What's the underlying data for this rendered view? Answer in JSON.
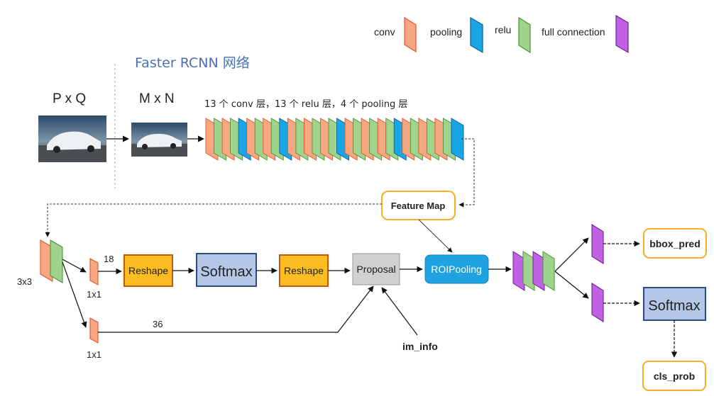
{
  "legend": {
    "conv": "conv",
    "pooling": "pooling",
    "relu": "relu",
    "full_connection": "full connection"
  },
  "title": "Faster RCNN 网络",
  "input_label": "P x Q",
  "resized_label": "M x N",
  "backbone_caption": "13 个 conv 层，13 个 relu 层，4 个 pooling 层",
  "backbone_sequence": [
    "conv",
    "relu",
    "conv",
    "relu",
    "pooling",
    "conv",
    "relu",
    "conv",
    "relu",
    "pooling",
    "conv",
    "relu",
    "conv",
    "relu",
    "conv",
    "relu",
    "pooling",
    "conv",
    "relu",
    "conv",
    "relu",
    "conv",
    "relu",
    "pooling",
    "conv",
    "relu",
    "conv",
    "relu",
    "conv",
    "relu",
    "pooling"
  ],
  "feature_map": "Feature Map",
  "rpn_conv_label": "3x3",
  "cls_branch_label": "1x1",
  "reg_branch_label": "1x1",
  "cls_channels": "18",
  "reg_channels": "36",
  "reshape_1": "Reshape",
  "softmax_rpn": "Softmax",
  "reshape_2": "Reshape",
  "proposal": "Proposal",
  "im_info": "im_info",
  "roi_pooling": "ROIPooling",
  "bbox_pred": "bbox_pred",
  "softmax_out": "Softmax",
  "cls_prob": "cls_prob",
  "colors": {
    "conv": "#f7a781",
    "conv_edge": "#e2542a",
    "pooling": "#1aa6e4",
    "pooling_edge": "#0a5f9e",
    "relu": "#9ed48c",
    "relu_edge": "#4f8f3c",
    "fc": "#c162e6",
    "fc_edge": "#6b2389",
    "reshape": "#fbbd22",
    "reshape_edge": "#c25b12",
    "softmax": "#b4c7e7",
    "softmax_edge": "#2f4b84",
    "proposal": "#d0d0d0",
    "roipool": "#1ea2e0",
    "output_edge": "#f4b022",
    "title": "#4a6fb5"
  }
}
